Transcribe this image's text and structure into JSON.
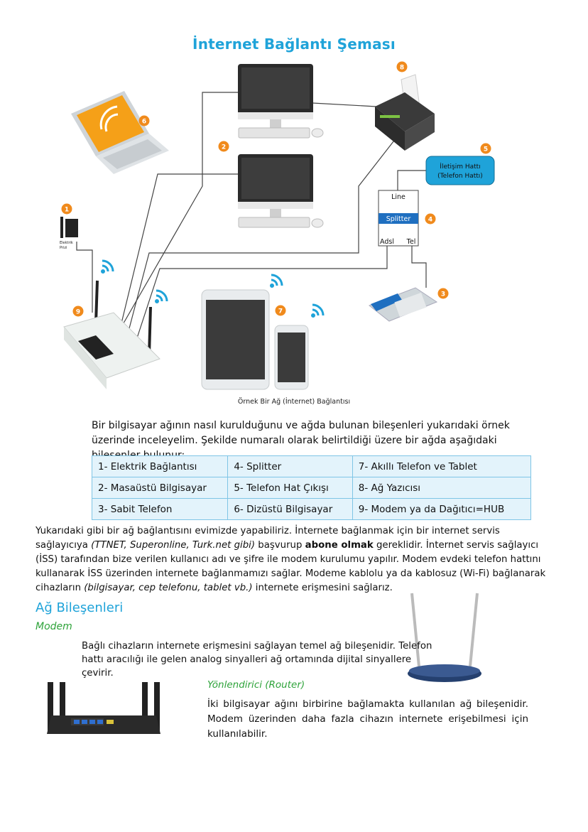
{
  "title": "İnternet Bağlantı Şeması",
  "diagram": {
    "badges": [
      "1",
      "2",
      "3",
      "4",
      "5",
      "6",
      "7",
      "8",
      "9"
    ],
    "elektrik_label_1": "Elektrik",
    "elektrik_label_2": "Prizi",
    "iletisim_line1": "İletişim Hattı",
    "iletisim_line2": "(Telefon Hattı)",
    "splitter_line": "Line",
    "splitter_label": "Splitter",
    "splitter_adsl": "Adsl",
    "splitter_tel": "Tel"
  },
  "caption": "Örnek Bir Ağ (İnternet) Bağlantısı",
  "intro": "Bir bilgisayar ağının nasıl kurulduğunu ve ağda bulunan bileşenleri yukarıdaki örnek üzerinde inceleyelim. Şekilde numaralı olarak belirtildiği üzere bir ağda aşağıdaki bileşenler bulunur:",
  "components_table": [
    [
      "1- Elektrik Bağlantısı",
      "4- Splitter",
      "7- Akıllı Telefon ve Tablet"
    ],
    [
      "2- Masaüstü Bilgisayar",
      "5- Telefon Hat Çıkışı",
      "8- Ağ Yazıcısı"
    ],
    [
      "3- Sabit Telefon",
      "6- Dizüstü Bilgisayar",
      "9- Modem ya da Dağıtıcı=HUB"
    ]
  ],
  "body": {
    "p1": "Yukarıdaki gibi bir ağ bağlantısını evimizde yapabiliriz. İnternete bağlanmak için bir internet servis sağlayıcıya ",
    "p1_italic": "(TTNET, Superonline, Turk.net gibi)",
    "p1_b": " başvurup ",
    "p1_bold": "abone olmak",
    "p1_c": " gereklidir. İnternet servis sağlayıcı (İSS) tarafından bize verilen kullanıcı adı ve şifre ile modem kurulumu yapılır. Modem evdeki telefon hattını kullanarak İSS üzerinden internete bağlanmamızı sağlar. Modeme kablolu ya da kablosuz (Wi-Fi) bağlanarak cihazların ",
    "p1_italic2": "(bilgisayar, cep telefonu, tablet vb.)",
    "p1_d": " internete erişmesini sağlarız."
  },
  "section_heading": "Ağ Bileşenleri",
  "modem": {
    "heading": "Modem",
    "desc": "Bağlı cihazların internete erişmesini sağlayan temel ağ bileşenidir. Telefon hattı aracılığı ile gelen analog sinyalleri ağ ortamında dijital sinyallere çevirir."
  },
  "router": {
    "heading": "Yönlendirici (Router)",
    "desc": "İki bilgisayar ağını birbirine bağlamakta kullanılan ağ bileşenidir. Modem üzerinden daha fazla cihazın internete erişebilmesi için kullanılabilir."
  },
  "colors": {
    "accent": "#1fa3d9",
    "badge": "#f08a1c",
    "green": "#2ea33a",
    "table_bg": "#e3f3fb",
    "table_border": "#7fc5e6"
  }
}
